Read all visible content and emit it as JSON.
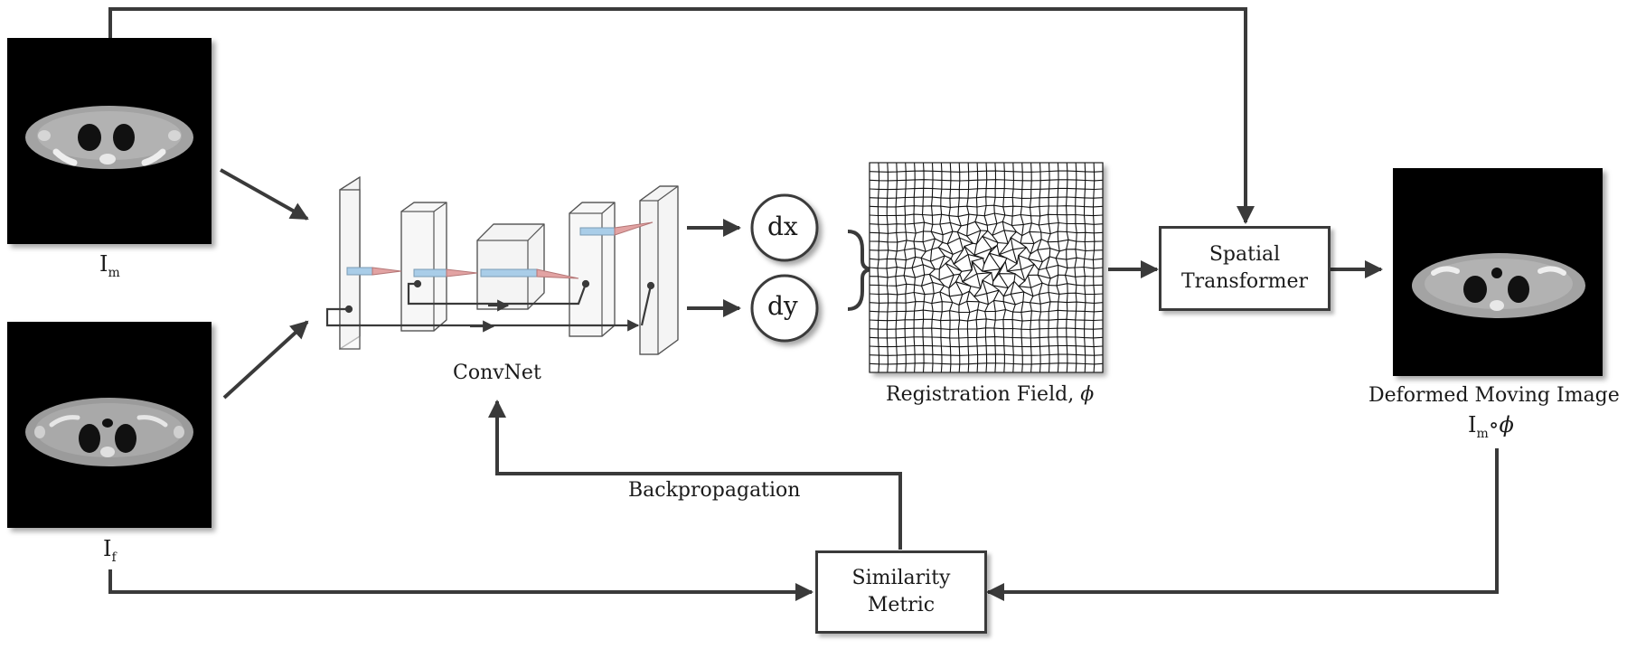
{
  "moving_image": {
    "label": "I",
    "sub": "m"
  },
  "fixed_image": {
    "label": "I",
    "sub": "f"
  },
  "convnet": {
    "label": "ConvNet"
  },
  "displacement": {
    "dx": "dx",
    "dy": "dy"
  },
  "registration_field": {
    "label": "Registration Field, ",
    "symbol": "ϕ"
  },
  "spatial_transformer": {
    "line1": "Spatial",
    "line2": "Transformer"
  },
  "deformed_image": {
    "label": "Deformed Moving Image",
    "formula_base": "I",
    "formula_sub": "m",
    "formula_op": "∘",
    "formula_symbol": "ϕ"
  },
  "similarity_metric": {
    "line1": "Similarity",
    "line2": "Metric"
  },
  "backpropagation": {
    "label": "Backpropagation"
  },
  "colors": {
    "arrow": "#3a3a3a",
    "ct_background": "#000000",
    "ct_body": "#a8a8a8",
    "ct_lung": "#111111",
    "ct_bone": "#e6e6e6",
    "tensor_blue": "#a9cde8",
    "tensor_red": "#e2a3a3"
  }
}
